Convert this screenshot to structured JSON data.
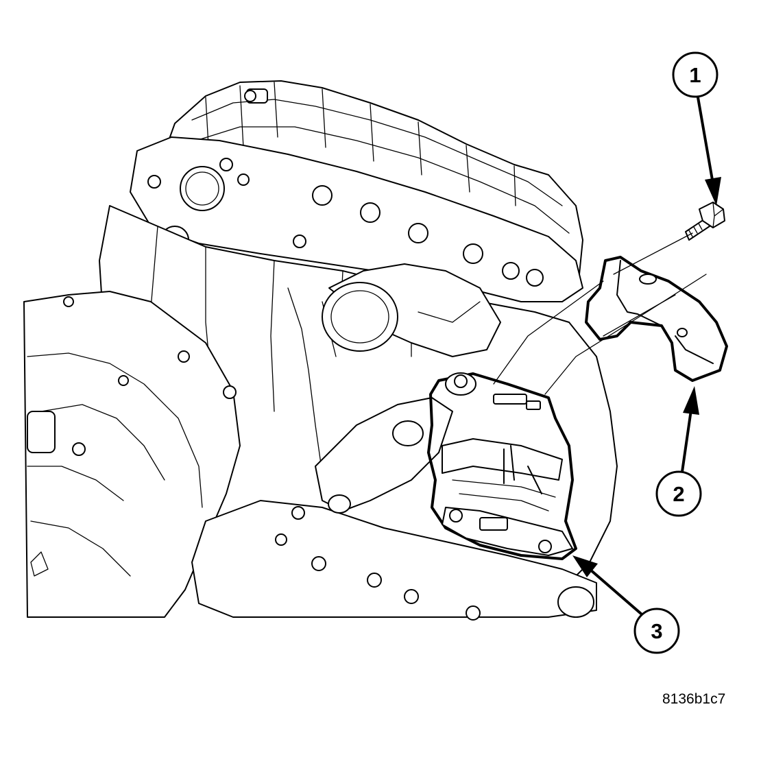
{
  "figure_id": "8136b1c7",
  "callouts": [
    {
      "number": "1"
    },
    {
      "number": "2"
    },
    {
      "number": "3"
    }
  ]
}
